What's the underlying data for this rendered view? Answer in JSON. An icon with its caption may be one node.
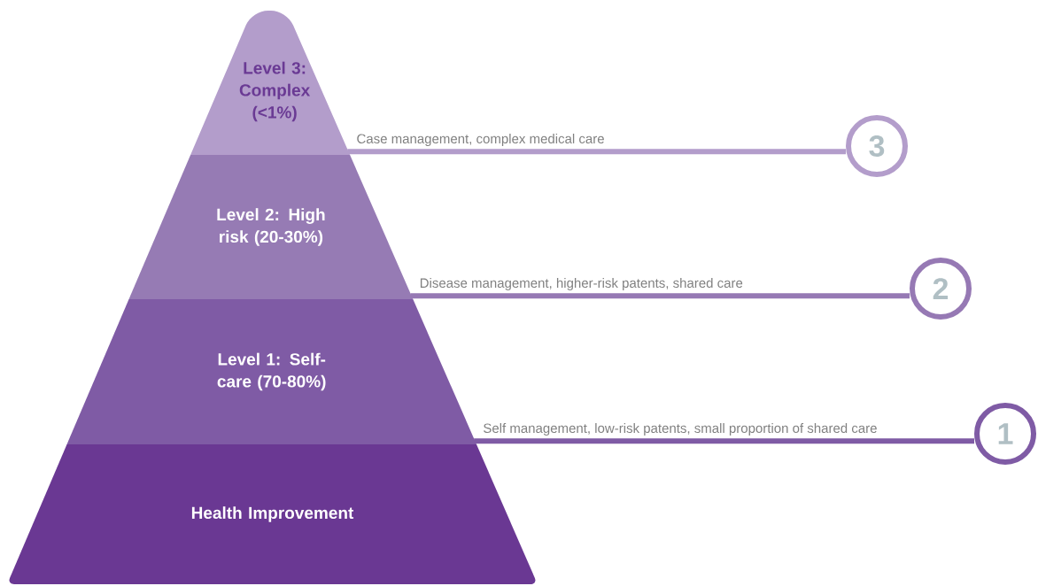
{
  "diagram": {
    "nodes": [
      {
        "text": [
          "Level 3: Complex (<1%)"
        ]
      },
      {
        "text": [
          "Level 2: High risk (20-30%)"
        ]
      },
      {
        "text": [
          "Level 1: Self-care (70-80%)"
        ]
      },
      {
        "text": [
          "Health Improvement"
        ]
      },
      {
        "text": [
          "3"
        ]
      },
      {
        "text": [
          "2"
        ]
      },
      {
        "text": [
          "1"
        ]
      }
    ],
    "edges": [
      {
        "from": 0,
        "to": 4,
        "arrow": "none",
        "label": "Case management, complex medical care",
        "color": "#b39dcb"
      },
      {
        "from": 1,
        "to": 5,
        "arrow": "none",
        "label": "Disease management, higher-risk patents, shared care",
        "color": "#9679b4"
      },
      {
        "from": 2,
        "to": 6,
        "arrow": "none",
        "label": "Self management, low-risk patents, small proportion of shared care",
        "color": "#7f5ba5"
      }
    ]
  }
}
